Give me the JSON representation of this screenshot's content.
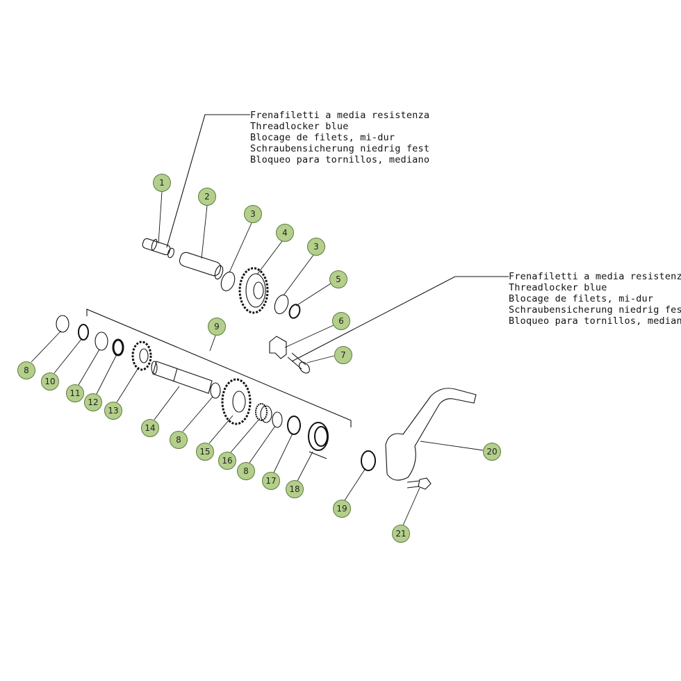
{
  "notes": [
    {
      "lines": [
        "Frenafiletti a media resistenza",
        "Threadlocker blue",
        "Blocage de filets, mi-dur",
        "Schraubensicherung niedrig fest",
        "Bloqueo para tornillos, mediano"
      ]
    },
    {
      "lines": [
        "Frenafiletti a media resistenza",
        "Threadlocker blue",
        "Blocage de filets, mi-dur",
        "Schraubensicherung niedrig fest",
        "Bloqueo para tornillos, mediano"
      ]
    }
  ],
  "callouts": [
    "1",
    "2",
    "3",
    "4",
    "3",
    "5",
    "6",
    "7",
    "8",
    "9",
    "10",
    "11",
    "12",
    "13",
    "14",
    "8",
    "15",
    "16",
    "8",
    "17",
    "18",
    "19",
    "20",
    "21"
  ],
  "colors": {
    "callout_fill": "#b3cf8b",
    "line": "#111111"
  }
}
